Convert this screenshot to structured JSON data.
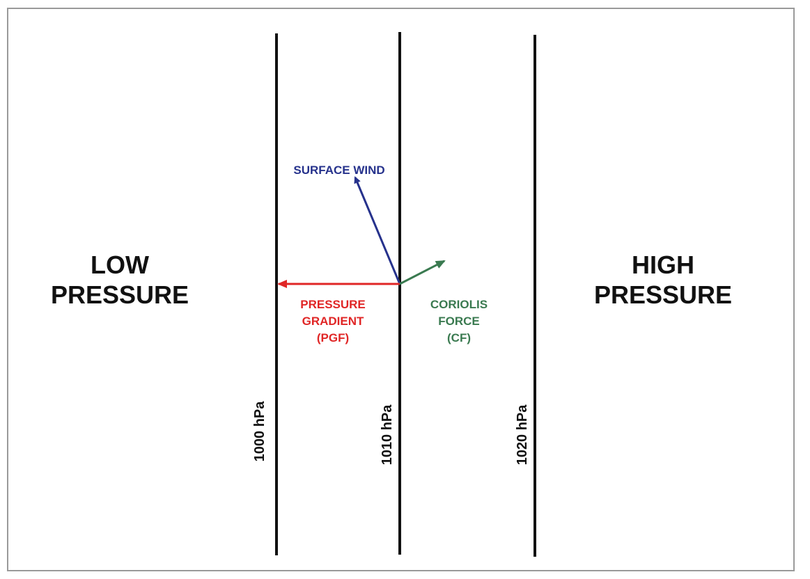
{
  "regions": {
    "low": {
      "line1": "LOW",
      "line2": "PRESSURE"
    },
    "high": {
      "line1": "HIGH",
      "line2": "PRESSURE"
    }
  },
  "isobars": [
    {
      "label": "1000 hPa"
    },
    {
      "label": "1010 hPa"
    },
    {
      "label": "1020 hPa"
    }
  ],
  "vectors": {
    "surface_wind": {
      "label": "SURFACE WIND",
      "color": "#26328c"
    },
    "pgf": {
      "line1": "PRESSURE",
      "line2": "GRADIENT",
      "line3": "(PGF)",
      "color": "#e02626"
    },
    "cf": {
      "line1": "CORIOLIS",
      "line2": "FORCE",
      "line3": "(CF)",
      "color": "#3a7a50"
    }
  },
  "colors": {
    "frame": "#9a9a9a",
    "isobar": "#111111",
    "text": "#111111"
  }
}
